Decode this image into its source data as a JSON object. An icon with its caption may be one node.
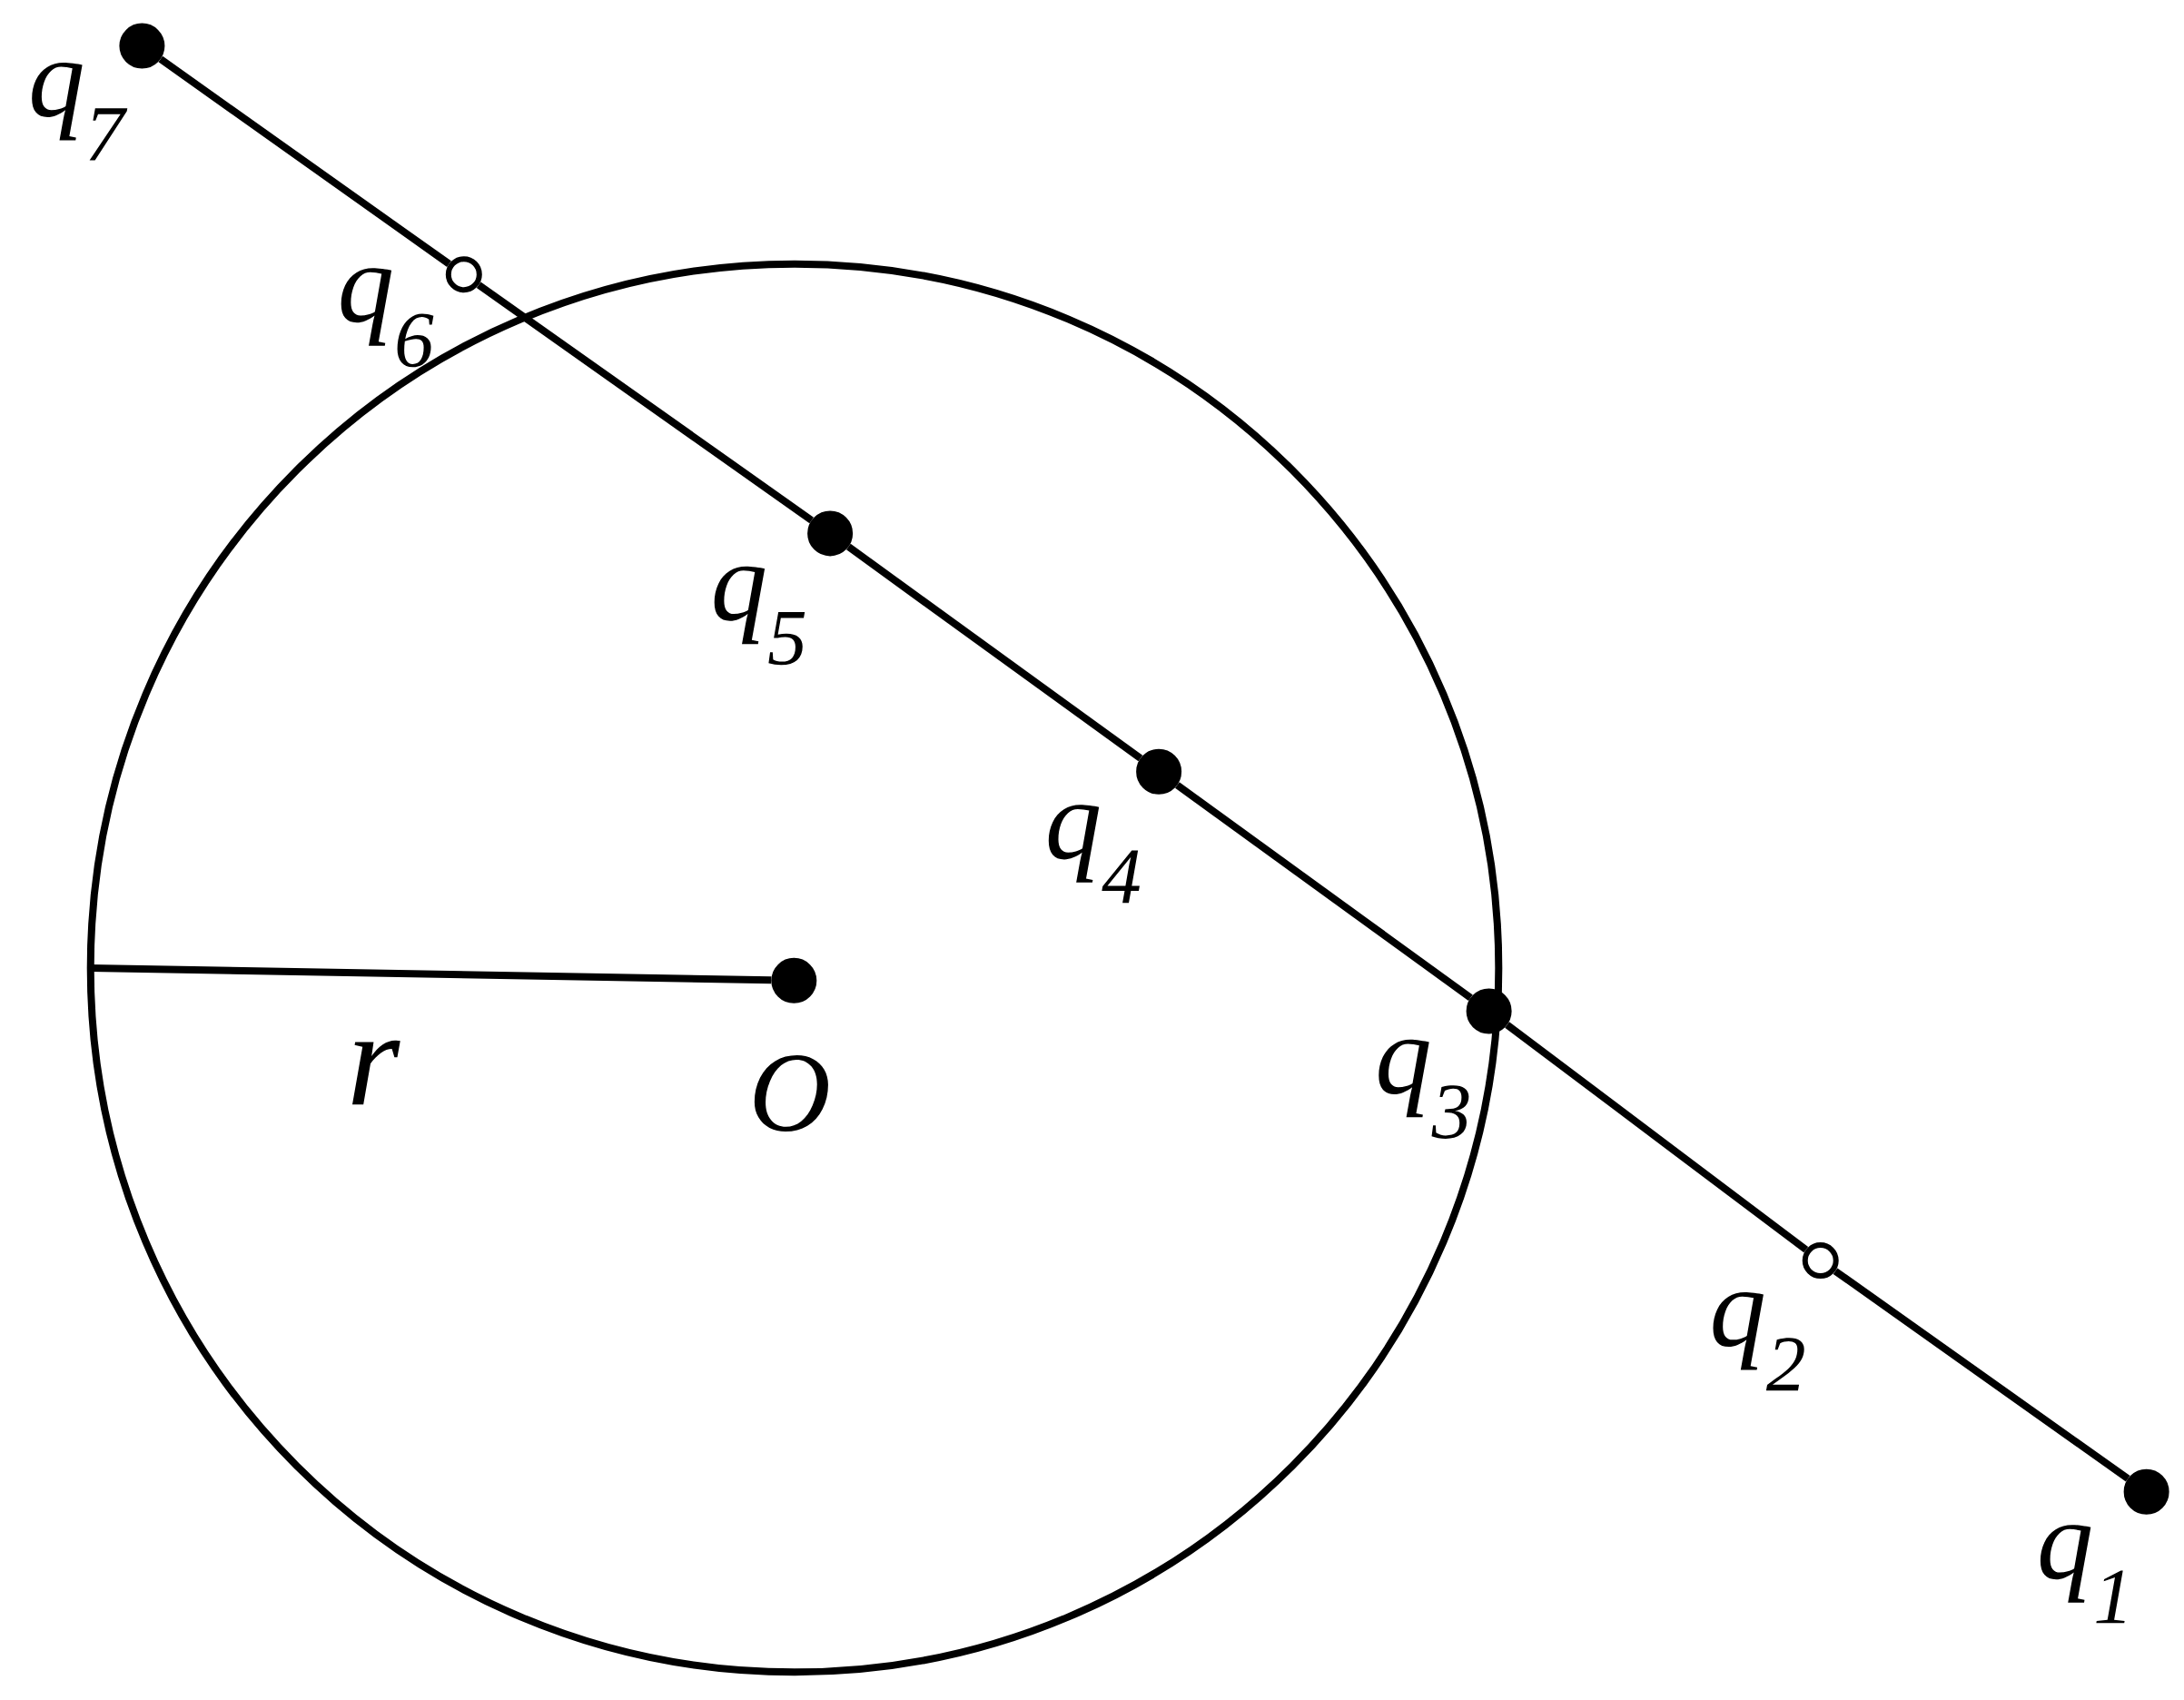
{
  "diagram": {
    "nodes": [
      {
        "text": [
          "q$_{7}$"
        ]
      },
      {
        "text": [
          "q$_{6}$"
        ]
      },
      {
        "text": [
          "q$_{5}$"
        ]
      },
      {
        "text": [
          "q$_{4}$"
        ]
      },
      {
        "text": [
          "O"
        ]
      },
      {
        "text": [
          "q$_{3}$"
        ]
      },
      {
        "text": [
          "q$_{2}$"
        ]
      },
      {
        "text": [
          "q$_{1}$"
        ]
      }
    ],
    "edges": [
      {
        "from": 0,
        "to": 1,
        "arrow": "none"
      },
      {
        "from": 1,
        "to": 2,
        "arrow": "none"
      },
      {
        "from": 2,
        "to": 3,
        "arrow": "none"
      },
      {
        "from": 3,
        "to": 5,
        "arrow": "none"
      },
      {
        "from": 5,
        "to": 6,
        "arrow": "none"
      },
      {
        "from": 6,
        "to": 7,
        "arrow": "none"
      },
      {
        "from": null,
        "to": 4,
        "arrow": "none",
        "label": "r"
      }
    ]
  }
}
